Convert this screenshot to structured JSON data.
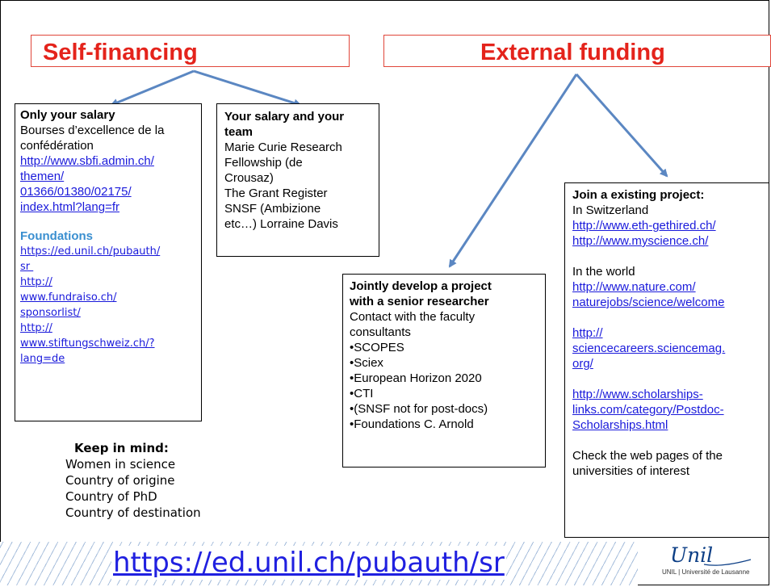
{
  "headers": {
    "self_financing": "Self-financing",
    "external_funding": "External funding"
  },
  "box_salary": {
    "title": "Only your salary",
    "lines": [
      "Bourses d’excellence de la",
      "confédération"
    ],
    "links": [
      "http://www.sbfi.admin.ch/",
      "themen/",
      "01366/01380/02175/",
      "index.html?lang=fr"
    ],
    "foundations_title": "Foundations",
    "foundation_links": [
      "https://ed.unil.ch/pubauth/",
      "sr ",
      "http://",
      "www.fundraiso.ch/",
      "sponsorlist/",
      "http://",
      "www.stiftungschweiz.ch/?",
      "lang=de"
    ]
  },
  "box_team": {
    "title_lines": [
      "Your salary and your",
      "team"
    ],
    "lines": [
      "Marie Curie Research",
      "Fellowship (de",
      "Crousaz)",
      "The Grant Register",
      "SNSF (Ambizione",
      "etc…) Lorraine Davis"
    ]
  },
  "box_joint": {
    "title_lines": [
      "Jointly develop a project",
      "with a senior researcher"
    ],
    "lines": [
      "Contact with the faculty",
      "consultants",
      "•SCOPES",
      "•Sciex",
      "•European Horizon 2020",
      "•CTI",
      "•(SNSF not for post-docs)",
      "•Foundations C. Arnold"
    ]
  },
  "box_join": {
    "title": "Join a existing project:",
    "switzerland": "In Switzerland",
    "swiss_links": [
      "http://www.eth-gethired.ch/",
      "http://www.myscience.ch/"
    ],
    "world": "In the world",
    "world_links_1": [
      "http://www.nature.com/",
      "naturejobs/science/welcome"
    ],
    "world_links_2": [
      "http://",
      "sciencecareers.sciencemag.",
      "org/"
    ],
    "world_links_3": [
      "http://www.scholarships-",
      "links.com/category/Postdoc-",
      "Scholarships.html"
    ],
    "check": [
      "Check the web pages of the",
      "universities of interest"
    ]
  },
  "keep_in_mind": {
    "title": "Keep in mind:",
    "items": [
      "Women in science",
      "Country of origine",
      "Country of PhD",
      "Country of destination"
    ]
  },
  "bottom_link": "https://ed.unil.ch/pubauth/sr",
  "logo": {
    "script": "Unil",
    "sub": "UNIL | Université de Lausanne"
  },
  "colors": {
    "header_red": "#e4231b",
    "link_blue": "#1a1adb",
    "foundations_blue": "#3a8fd0",
    "arrow_blue": "#5b87c2"
  }
}
